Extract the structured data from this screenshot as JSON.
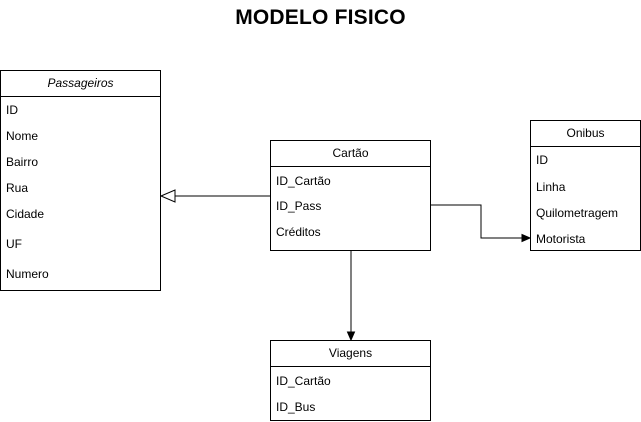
{
  "title": "MODELO FISICO",
  "entities": {
    "passageiros": {
      "name": "Passageiros",
      "fields": [
        "ID",
        "Nome",
        "Bairro",
        "Rua",
        "Cidade",
        "UF",
        "Numero"
      ]
    },
    "cartao": {
      "name": "Cartão",
      "fields": [
        "ID_Cartão",
        "ID_Pass",
        "Créditos"
      ]
    },
    "onibus": {
      "name": "Onibus",
      "fields": [
        "ID",
        "Linha",
        "Quilometragem",
        "Motorista"
      ]
    },
    "viagens": {
      "name": "Viagens",
      "fields": [
        "ID_Cartão",
        "ID_Bus"
      ]
    }
  },
  "relationships": [
    {
      "from": "cartao",
      "to": "passageiros",
      "arrow": "hollow-triangle"
    },
    {
      "from": "cartao",
      "to": "onibus",
      "arrow": "filled"
    },
    {
      "from": "cartao",
      "to": "viagens",
      "arrow": "filled"
    }
  ],
  "colors": {
    "line": "#000000",
    "background": "#ffffff"
  }
}
